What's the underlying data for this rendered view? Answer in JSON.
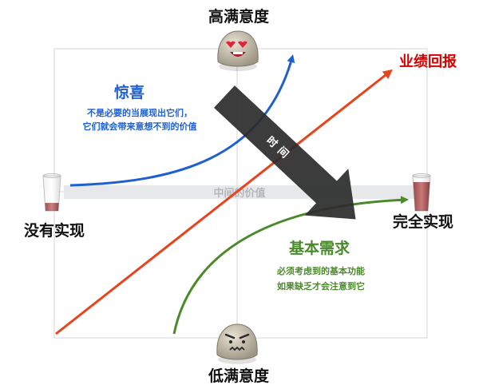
{
  "labels": {
    "top": "高满意度",
    "bottom": "低满意度",
    "left": "没有实现",
    "right": "完全实现",
    "center_band": "中间的价值",
    "performance": "业绩回报",
    "time_arrow": "时间"
  },
  "delighters": {
    "title": "惊喜",
    "lines": [
      "不是必要的当展现出它们，",
      "它们就会带来意想不到的价值"
    ]
  },
  "basic_needs": {
    "title": "基本需求",
    "lines": [
      "必须考虑到的基本功能",
      "如果缺乏才会注意到它"
    ]
  },
  "colors": {
    "delighters": "#1f5fcf",
    "basic_needs": "#4a8a2a",
    "performance": "#e8431c",
    "performance_label": "#d40000",
    "time_arrow": "#2b2b2b",
    "band": "#e6e8ea",
    "band_text": "#b4b6b8",
    "grid": "#d4d4d4"
  },
  "icons": {
    "top": "happy-blob-icon",
    "bottom": "angry-blob-icon",
    "left": "empty-glass-icon",
    "right": "full-glass-icon"
  }
}
